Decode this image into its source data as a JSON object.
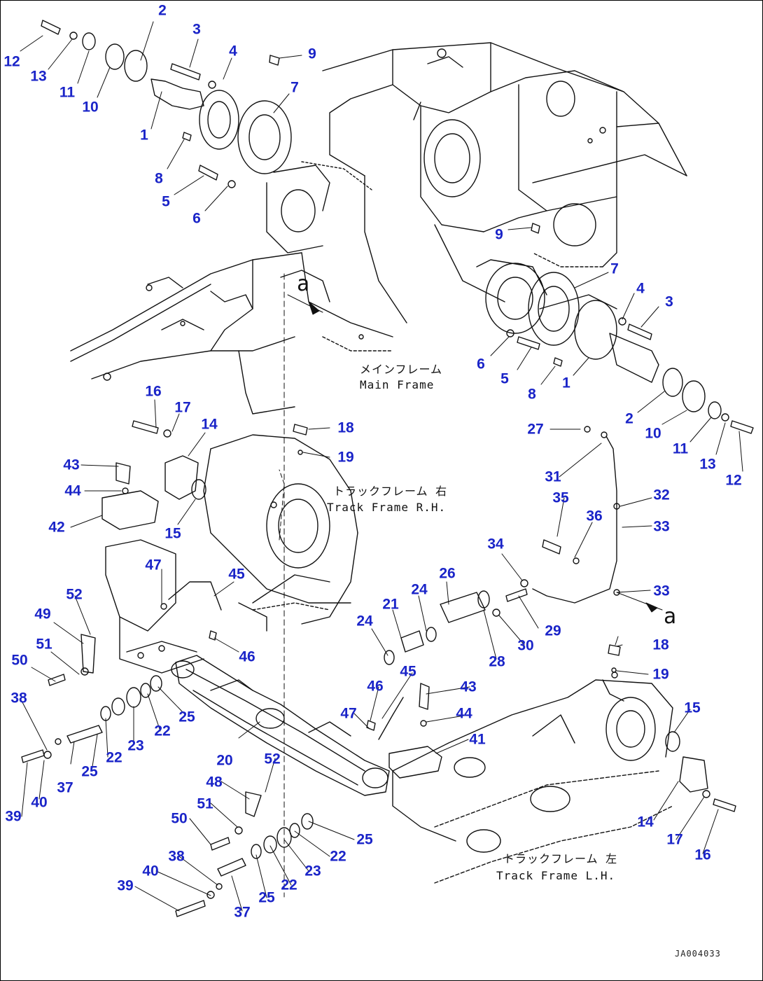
{
  "diagram": {
    "frame_labels": {
      "main_jp": "メインフレーム",
      "main_en": "Main Frame",
      "track_rh_jp": "トラックフレーム 右",
      "track_rh_en": "Track Frame R.H.",
      "track_lh_jp": "トラックフレーム 左",
      "track_lh_en": "Track Frame L.H."
    },
    "ref_letter": "a",
    "drawing_code": "JA004033",
    "colors": {
      "callout": "#1a24c8",
      "line": "#111111",
      "background": "#ffffff"
    },
    "callouts": [
      "12",
      "2",
      "3",
      "4",
      "9",
      "13",
      "11",
      "10",
      "7",
      "1",
      "8",
      "5",
      "6",
      "9",
      "7",
      "4",
      "3",
      "6",
      "5",
      "8",
      "1",
      "2",
      "10",
      "11",
      "13",
      "12",
      "16",
      "17",
      "14",
      "18",
      "19",
      "43",
      "44",
      "42",
      "15",
      "27",
      "31",
      "32",
      "35",
      "36",
      "33",
      "47",
      "45",
      "52",
      "49",
      "51",
      "50",
      "46",
      "34",
      "26",
      "24",
      "21",
      "24",
      "33",
      "29",
      "30",
      "28",
      "38",
      "37",
      "25",
      "22",
      "23",
      "22",
      "25",
      "40",
      "39",
      "18",
      "19",
      "15",
      "43",
      "46",
      "45",
      "44",
      "47",
      "41",
      "20",
      "52",
      "48",
      "51",
      "50",
      "25",
      "22",
      "23",
      "22",
      "25",
      "38",
      "40",
      "39",
      "37",
      "14",
      "17",
      "16"
    ]
  }
}
